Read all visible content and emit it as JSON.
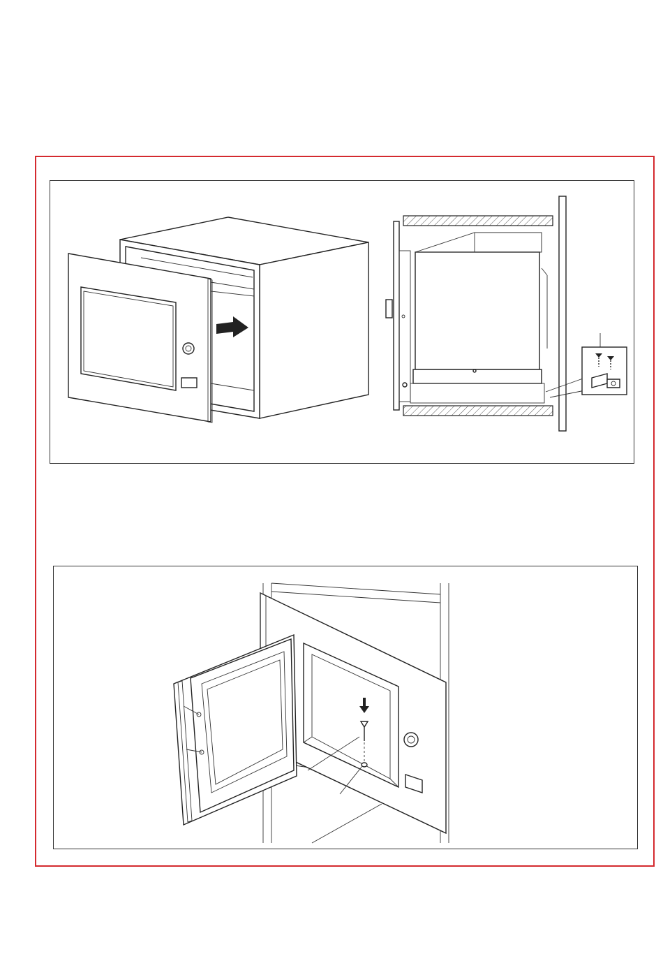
{
  "colors": {
    "frame": "#d42a2f",
    "line": "#222222",
    "hatch": "#555555",
    "background": "#ffffff"
  },
  "figures": [
    {
      "id": "oven-insertion",
      "icons": [
        "push-arrow-icon",
        "knob-icon"
      ]
    },
    {
      "id": "side-section",
      "icons": [
        "screw-icon",
        "bracket-icon"
      ]
    },
    {
      "id": "door-open-fixing",
      "icons": [
        "down-arrow-icon",
        "screw-icon",
        "knob-icon"
      ]
    }
  ]
}
